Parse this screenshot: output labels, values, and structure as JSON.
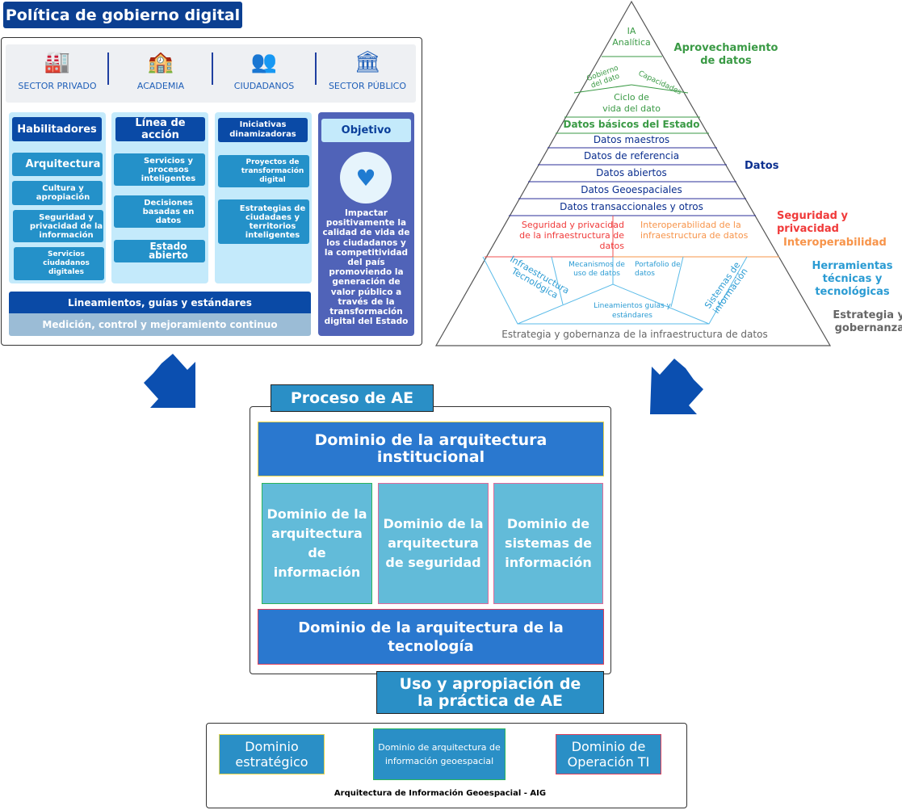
{
  "policy": {
    "title": "Política de gobierno digital",
    "sectors": [
      {
        "label": "SECTOR PRIVADO",
        "icon": "factory-icon"
      },
      {
        "label": "ACADEMIA",
        "icon": "school-icon"
      },
      {
        "label": "CIUDADANOS",
        "icon": "people-icon"
      },
      {
        "label": "SECTOR PÚBLICO",
        "icon": "government-building-icon"
      }
    ],
    "columns": [
      {
        "header": "Habilitadores",
        "items": [
          "Arquitectura",
          "Cultura y apropiación",
          "Seguridad y privacidad de la información",
          "Servicios ciudadanos digitales"
        ]
      },
      {
        "header": "Línea de acción",
        "items": [
          "Servicios y procesos inteligentes",
          "Decisiones basadas en datos",
          "Estado abierto"
        ]
      },
      {
        "header": "Iniciativas dinamizadoras",
        "items": [
          "Proyectos de transformación digital",
          "Estrategias de ciudadaes y territorios inteligentes"
        ]
      }
    ],
    "objective": {
      "header": "Objetivo",
      "text": "Impactar positivamente la calidad de vida de los ciudadanos y la competitividad del país promoviendo la generación de valor público a través de la transformación digital del Estado",
      "icon": "heart-hand-icon"
    },
    "guidelines": "Lineamientos, guías y estándares",
    "measurement": "Medición, control y mejoramiento continuo"
  },
  "pyramid": {
    "apex": [
      "IA",
      "Analítica"
    ],
    "gobierno": [
      "Gobierno",
      "del dato"
    ],
    "capacidades": "Capacidades",
    "ciclo": [
      "Ciclo de",
      "vida del dato"
    ],
    "rows": [
      "Datos básicos del Estado",
      "Datos maestros",
      "Datos de referencia",
      "Datos abiertos",
      "Datos Geoespaciales",
      "Datos transaccionales y otros"
    ],
    "security": "Seguridad y privacidad de la infraestructura de datos",
    "interop": "Interoperabilidad de la infraestructura de datos",
    "infra": "Infraestructura Tecnológica",
    "mecanismos": "Mecanismos de uso de datos",
    "portafolio": "Portafolio de datos",
    "sistemas": "Sistemas de información",
    "lineamientos": "Lineamientos guías y estándares",
    "base": "Estrategia y gobernanza de la infraestructura de datos",
    "labels": {
      "aprovechamiento": "Aprovechamiento de datos",
      "datos": "Datos",
      "seguridad": "Seguridad y privacidad",
      "interop": "Interoperabilidad",
      "herramientas": "Herramientas técnicas y tecnológicas",
      "estrategia": "Estrategia y gobernanza"
    },
    "colors": {
      "green": "#3a9a45",
      "navy": "#0b2f8f",
      "red": "#f03a3a",
      "orange": "#f7944a",
      "cyan": "#2a9bd3",
      "gray": "#666666"
    }
  },
  "ae": {
    "title": "Proceso de AE",
    "institucional": "Dominio de la arquitectura institucional",
    "informacion": "Dominio de la arquitectura de información",
    "seguridad": "Dominio de la arquitectura de seguridad",
    "sistemas": "Dominio de sistemas de información",
    "tecnologia": "Dominio de la arquitectura de la tecnología",
    "uso": "Uso y apropiación de la práctica de AE"
  },
  "aig": {
    "estrategico": "Dominio estratégico",
    "geoespacial": "Dominio de arquitectura de información geoespacial",
    "operacion": "Dominio de Operación TI",
    "caption": "Arquitectura de Información Geoespacial - AIG"
  }
}
